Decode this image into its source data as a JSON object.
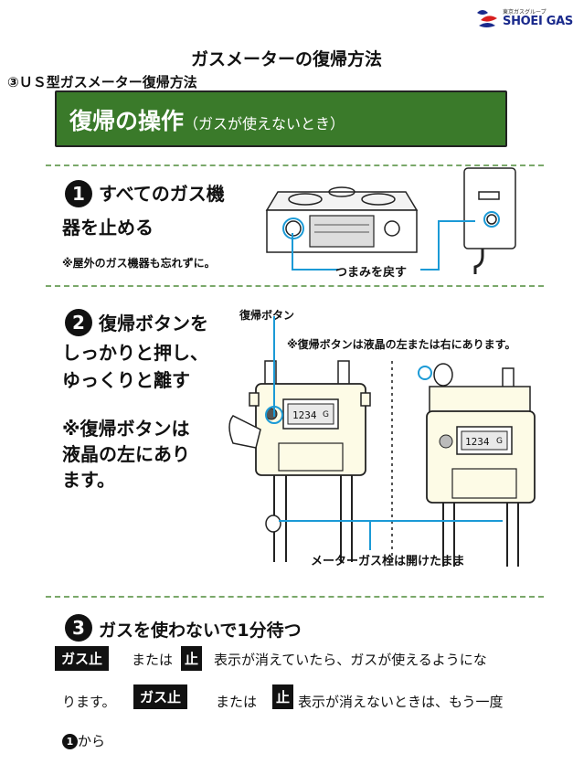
{
  "logo": {
    "small": "東京ガスグループ",
    "name": "SHOEI GAS",
    "mark": "logo-icon"
  },
  "title": "ガスメーターの復帰方法",
  "subtitle": "③ＵＳ型ガスメーター復帰方法",
  "banner": {
    "main": "復帰の操作",
    "sub": "（ガスが使えないとき）",
    "color": "#3a7a2a"
  },
  "step1": {
    "num": "1",
    "line1": "すべてのガス機",
    "line2": "器を止める",
    "note": "※屋外のガス機器も忘れずに。",
    "callout": "つまみを戻す"
  },
  "step2": {
    "num": "2",
    "line1": "復帰ボタンを",
    "line2": "しっかりと押し、",
    "line3": "ゆっくりと離す",
    "note1": "※復帰ボタンは",
    "note2": "液晶の左にあり",
    "note3": "ます。",
    "label_button": "復帰ボタン",
    "label_note": "※復帰ボタンは液晶の左または右にあります。",
    "label_valve": "メーターガス栓は開けたまま",
    "display_left": "1234",
    "display_right": "1234"
  },
  "step3": {
    "num": "3",
    "heading": "ガスを使わないで1分待つ",
    "box1": "ガス止",
    "text1": "または",
    "box2": "止",
    "text2": "表示が消えていたら、ガスが使えるようにな",
    "text3": "ります。",
    "box3": "ガス止",
    "text4": "または",
    "box4": "止",
    "text5": "表示が消えないときは、もう一度",
    "from_num": "1",
    "from_text": "から"
  },
  "colors": {
    "line_blue": "#1b9ad6",
    "meter_fill": "#fdfbe6"
  }
}
